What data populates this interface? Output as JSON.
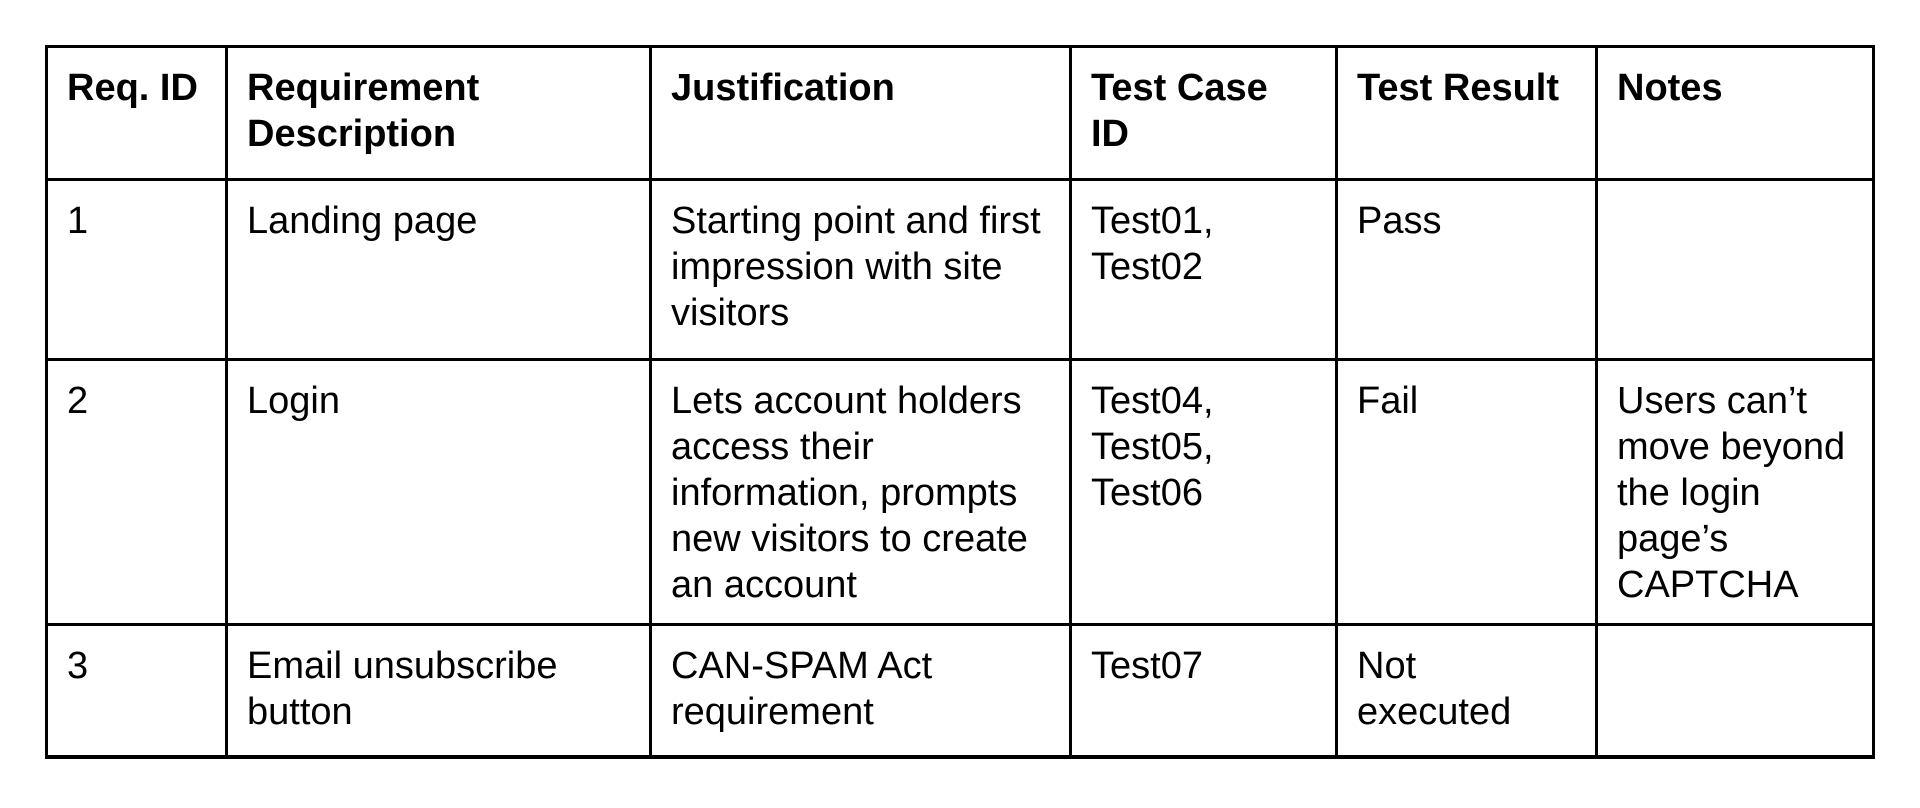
{
  "table": {
    "headers": {
      "req_id": "Req. ID",
      "requirement_description": "Requirement Description",
      "justification": "Justification",
      "test_case_id": "Test Case ID",
      "test_result": "Test Result",
      "notes": "Notes"
    },
    "rows": [
      {
        "req_id": "1",
        "requirement_description": "Landing page",
        "justification": "Starting point and first impression with site visitors",
        "test_case_id": "Test01, Test02",
        "test_result": "Pass",
        "notes": ""
      },
      {
        "req_id": "2",
        "requirement_description": "Login",
        "justification": "Lets account holders access their information, prompts new visitors to create an account",
        "test_case_id": "Test04, Test05, Test06",
        "test_result": "Fail",
        "notes": "Users can’t move beyond the login page’s CAPTCHA"
      },
      {
        "req_id": "3",
        "requirement_description": "Email unsubscribe button",
        "justification": "CAN-SPAM Act requirement",
        "test_case_id": "Test07",
        "test_result": "Not executed",
        "notes": ""
      }
    ],
    "colors": {
      "border": "#000000",
      "text": "#000000",
      "background": "#ffffff"
    }
  }
}
